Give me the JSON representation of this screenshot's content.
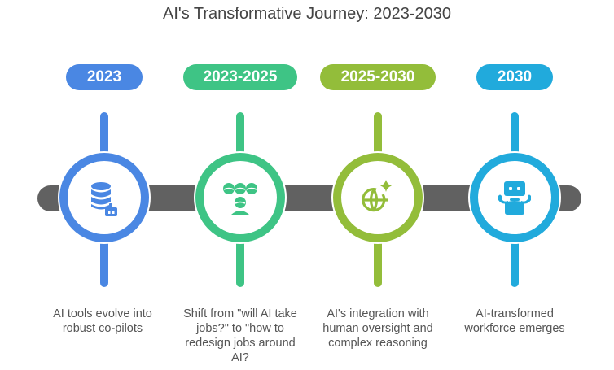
{
  "title": "AI's Transformative Journey: 2023-2030",
  "colors": {
    "track": "#616161",
    "stage_1": "#4a87e3",
    "stage_2": "#3ec485",
    "stage_3": "#93bd3a",
    "stage_4": "#21aadc"
  },
  "stages": [
    {
      "label": "2023",
      "icon": "database-robot-icon",
      "description": "AI tools evolve into robust co-pilots",
      "color": "#4a87e3"
    },
    {
      "label": "2023-2025",
      "icon": "team-people-icon",
      "description": "Shift from \"will AI take jobs?\" to \"how to redesign jobs around AI?",
      "color": "#3ec485"
    },
    {
      "label": "2025-2030",
      "icon": "globe-sparkle-icon",
      "description": "AI's integration with human oversight and complex reasoning",
      "color": "#93bd3a"
    },
    {
      "label": "2030",
      "icon": "robot-icon",
      "description": "AI-transformed workforce emerges",
      "color": "#21aadc"
    }
  ]
}
